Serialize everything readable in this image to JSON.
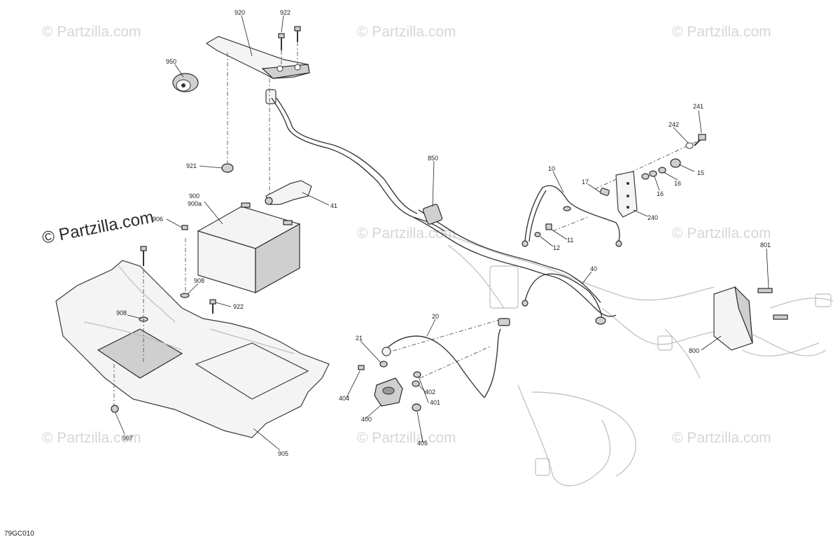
{
  "watermark": {
    "text": "© Partzilla.com",
    "featured_text": "© Partzilla.com"
  },
  "drawing_reference": "79GC010",
  "callouts": [
    {
      "id": "c920",
      "label": "920"
    },
    {
      "id": "c922a",
      "label": "922"
    },
    {
      "id": "c950",
      "label": "950"
    },
    {
      "id": "c921",
      "label": "921"
    },
    {
      "id": "c900",
      "label": "900"
    },
    {
      "id": "c900a",
      "label": "900a"
    },
    {
      "id": "c41",
      "label": "41"
    },
    {
      "id": "c906",
      "label": "906"
    },
    {
      "id": "c908a",
      "label": "908"
    },
    {
      "id": "c908b",
      "label": "908"
    },
    {
      "id": "c922b",
      "label": "922"
    },
    {
      "id": "c907",
      "label": "907"
    },
    {
      "id": "c905",
      "label": "905"
    },
    {
      "id": "c850",
      "label": "850"
    },
    {
      "id": "c10",
      "label": "10"
    },
    {
      "id": "c17",
      "label": "17"
    },
    {
      "id": "c241",
      "label": "241"
    },
    {
      "id": "c242",
      "label": "242"
    },
    {
      "id": "c15",
      "label": "15"
    },
    {
      "id": "c16a",
      "label": "16"
    },
    {
      "id": "c16b",
      "label": "16"
    },
    {
      "id": "c240",
      "label": "240"
    },
    {
      "id": "c11",
      "label": "11"
    },
    {
      "id": "c12",
      "label": "12"
    },
    {
      "id": "c40",
      "label": "40"
    },
    {
      "id": "c801",
      "label": "801"
    },
    {
      "id": "c800",
      "label": "800"
    },
    {
      "id": "c20",
      "label": "20"
    },
    {
      "id": "c21",
      "label": "21"
    },
    {
      "id": "c404",
      "label": "404"
    },
    {
      "id": "c402",
      "label": "402"
    },
    {
      "id": "c401",
      "label": "401"
    },
    {
      "id": "c400",
      "label": "400"
    },
    {
      "id": "c405",
      "label": "405"
    }
  ]
}
